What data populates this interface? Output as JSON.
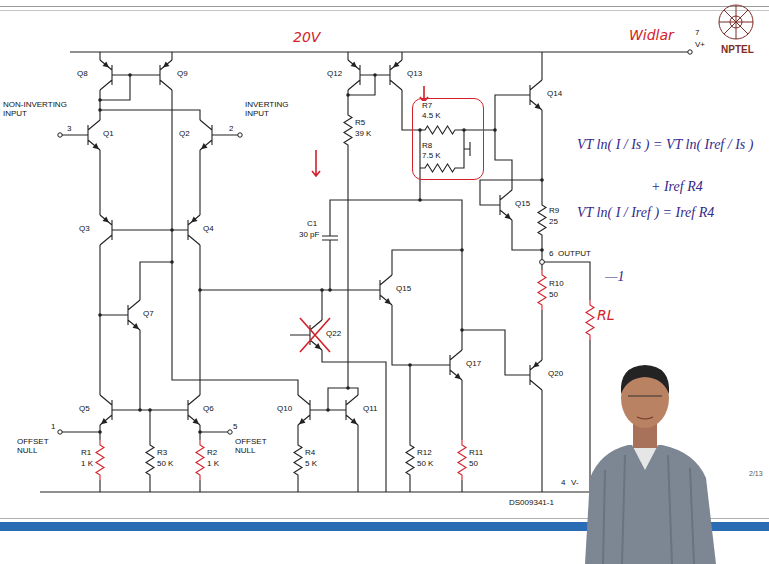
{
  "diagram": {
    "nodes": [
      {
        "text": [
          "R7",
          "4.5 K",
          "R8",
          "7.5 K"
        ]
      }
    ],
    "labels": [
      "20V",
      "7",
      "V+",
      "Widlar",
      "NPTEL",
      "Q8",
      "Q9",
      "Q12",
      "Q13",
      "Q14",
      "NON-INVERTING INPUT",
      "3",
      "Q1",
      "2",
      "INVERTING INPUT",
      "Q2",
      "R5",
      "39 K",
      "C1",
      "30 pF",
      "Q15",
      "R9",
      "25",
      "6",
      "OUTPUT",
      "R10",
      "50",
      "RL",
      "Q3",
      "Q4",
      "Q7",
      "Q5",
      "Q6",
      "1",
      "OFFSET NULL",
      "5",
      "OFFSET NULL",
      "R1",
      "1 K",
      "R3",
      "50 K",
      "R2",
      "1 K",
      "Q10",
      "Q11",
      "R4",
      "5 K",
      "Q15",
      "Q17",
      "Q22",
      "R12",
      "50 K",
      "R11",
      "50",
      "Q20",
      "4",
      "V-",
      "DS009341-1",
      "VT ln( I / Is ) = VT ln( Iref / Is )",
      "+ Iref R4",
      "VT ln( I / Iref ) = Iref R4",
      "—1",
      "2/13"
    ]
  }
}
